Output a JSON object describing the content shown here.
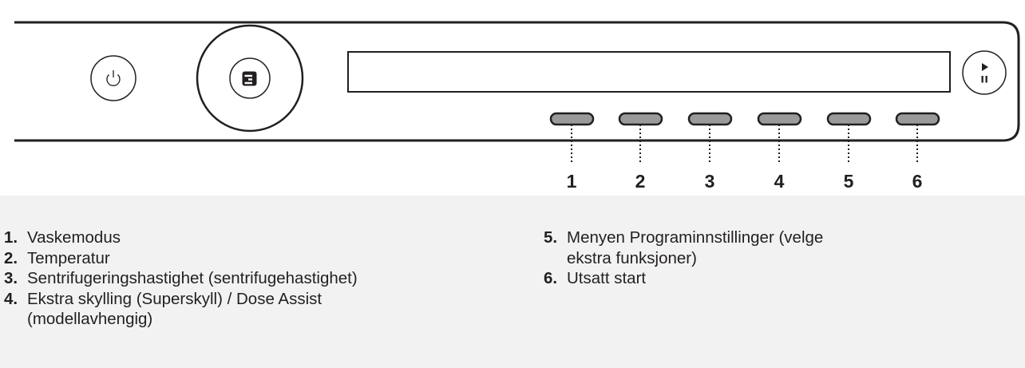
{
  "panel": {
    "power_icon": "power-icon",
    "assistant_icon": "aeg-logo-icon",
    "start_pause_icon": "play-pause-icon"
  },
  "callouts": [
    "1",
    "2",
    "3",
    "4",
    "5",
    "6"
  ],
  "legend": {
    "left": [
      {
        "num": "1.",
        "label": "Vaskemodus"
      },
      {
        "num": "2.",
        "label": "Temperatur"
      },
      {
        "num": "3.",
        "label": "Sentrifugeringshastighet (sentrifugehastighet)"
      },
      {
        "num": "4.",
        "label": "Ekstra skylling (Superskyll) / Dose Assist (modellavhengig)"
      }
    ],
    "right": [
      {
        "num": "5.",
        "label": "Menyen Programinnstillinger (velge ekstra funksjoner)"
      },
      {
        "num": "6.",
        "label": "Utsatt start"
      }
    ]
  }
}
